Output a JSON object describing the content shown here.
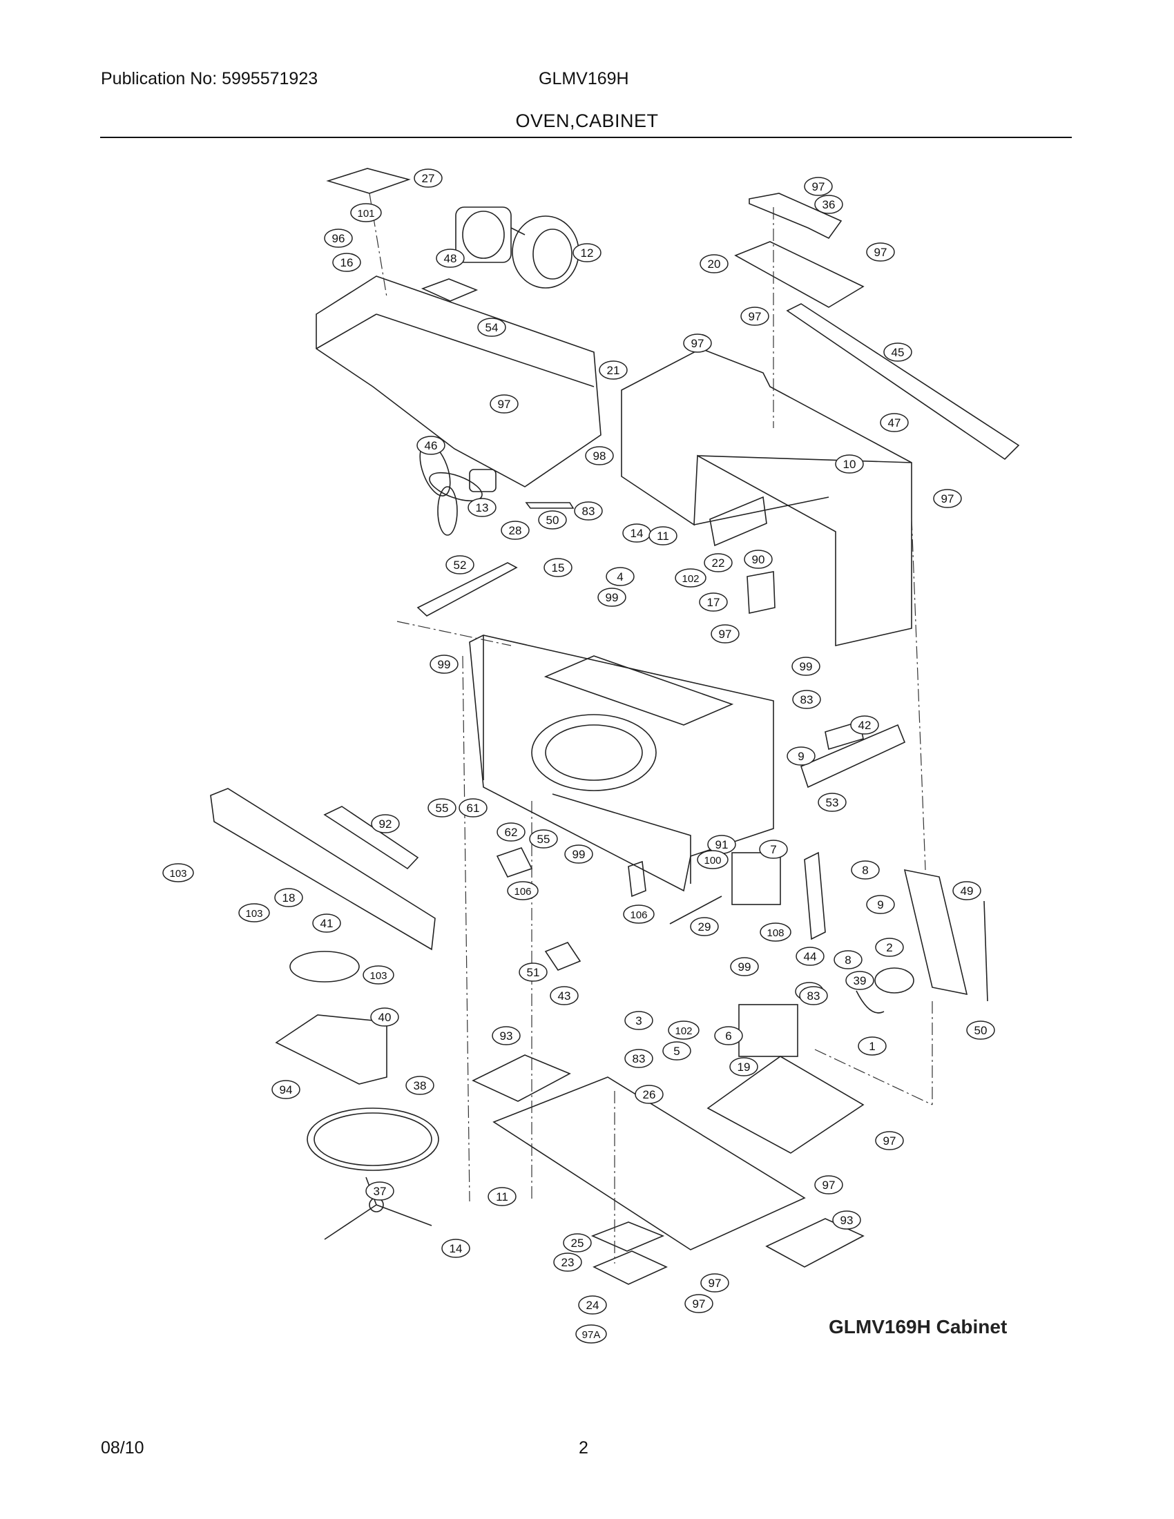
{
  "header": {
    "publication": "Publication No: 5995571923",
    "model": "GLMV169H",
    "section": "OVEN,CABINET"
  },
  "caption": "GLMV169H Cabinet",
  "footer": {
    "date": "08/10",
    "page": "2"
  },
  "callouts": [
    "27",
    "101",
    "96",
    "16",
    "48",
    "12",
    "54",
    "97",
    "98",
    "46",
    "13",
    "50",
    "97",
    "36",
    "20",
    "97",
    "97",
    "97",
    "45",
    "21",
    "47",
    "10",
    "97",
    "22",
    "90",
    "83",
    "14",
    "11",
    "28",
    "15",
    "4",
    "102",
    "99",
    "17",
    "52",
    "97",
    "99",
    "99",
    "83",
    "42",
    "9",
    "53",
    "55",
    "61",
    "62",
    "55",
    "99",
    "91",
    "7",
    "8",
    "100",
    "9",
    "49",
    "92",
    "103",
    "18",
    "103",
    "41",
    "103",
    "106",
    "106",
    "29",
    "108",
    "44",
    "8",
    "2",
    "99",
    "51",
    "43",
    "3",
    "83",
    "39",
    "83",
    "6",
    "102",
    "1",
    "50",
    "40",
    "93",
    "5",
    "19",
    "83",
    "94",
    "38",
    "26",
    "97",
    "97",
    "37",
    "11",
    "93",
    "14",
    "25",
    "23",
    "97",
    "97",
    "24",
    "97A"
  ]
}
